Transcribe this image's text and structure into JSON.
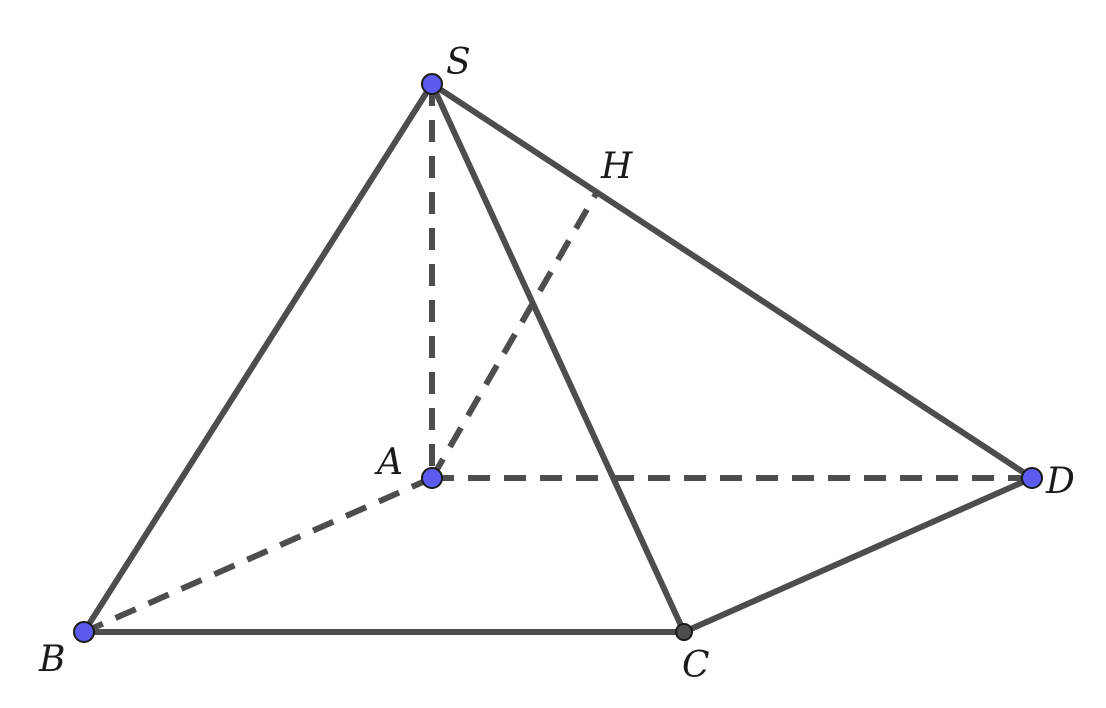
{
  "colors": {
    "edge": "#4d4d4d",
    "point_fill_free": "#5b5bef",
    "point_fill_dependent": "#4d4d4d",
    "point_stroke": "#1a1a1a",
    "label": "#1a1a1a"
  },
  "labels": {
    "S": "S",
    "H": "H",
    "A": "A",
    "B": "B",
    "C": "C",
    "D": "D"
  }
}
